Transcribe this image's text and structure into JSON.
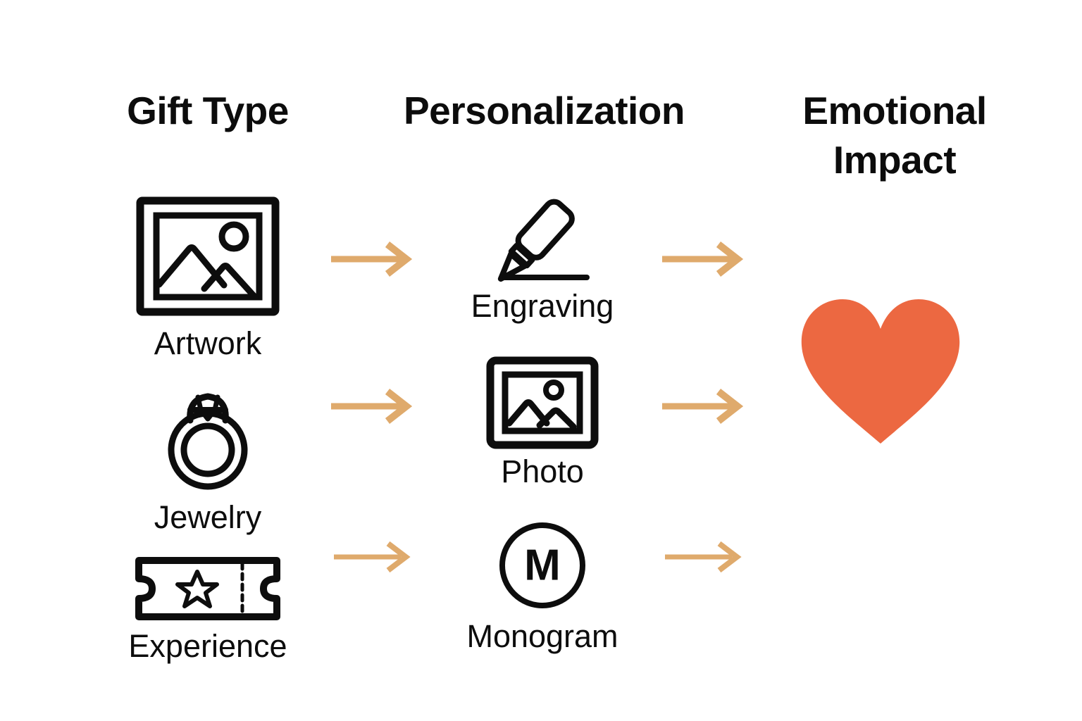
{
  "diagram": {
    "background_color": "#ffffff",
    "ink_color": "#0d0d0d",
    "arrow_color": "#dfaa6c",
    "heart_color": "#ec6841",
    "columns": [
      {
        "heading": "Gift Type"
      },
      {
        "heading": "Personalization"
      },
      {
        "heading": "Emotional\nImpact"
      }
    ],
    "gift_types": [
      {
        "label": "Artwork",
        "icon": "framed-picture-icon"
      },
      {
        "label": "Jewelry",
        "icon": "ring-icon"
      },
      {
        "label": "Experience",
        "icon": "ticket-icon"
      }
    ],
    "personalizations": [
      {
        "label": "Engraving",
        "icon": "engraving-pen-icon"
      },
      {
        "label": "Photo",
        "icon": "photo-frame-icon"
      },
      {
        "label": "Monogram",
        "icon": "monogram-m-icon",
        "letter": "M"
      }
    ],
    "emotional_impact": {
      "label": "heart",
      "icon": "heart-icon"
    },
    "arrows": [
      {
        "icon": "arrow-right-icon",
        "row": 1,
        "stage": "gift-to-personalization"
      },
      {
        "icon": "arrow-right-icon",
        "row": 1,
        "stage": "personalization-to-impact"
      },
      {
        "icon": "arrow-right-icon",
        "row": 2,
        "stage": "gift-to-personalization"
      },
      {
        "icon": "arrow-right-icon",
        "row": 2,
        "stage": "personalization-to-impact"
      },
      {
        "icon": "arrow-right-icon",
        "row": 3,
        "stage": "gift-to-personalization"
      },
      {
        "icon": "arrow-right-icon",
        "row": 3,
        "stage": "personalization-to-impact"
      }
    ]
  }
}
